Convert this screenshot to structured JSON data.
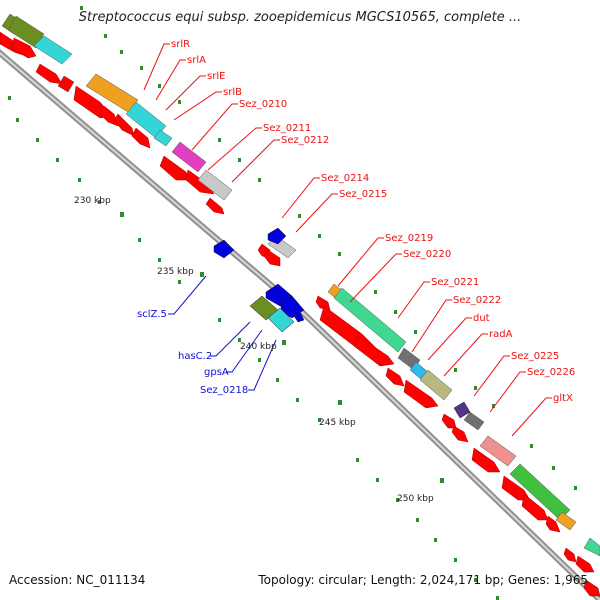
{
  "title": "Streptococcus equi subsp. zooepidemicus MGCS10565, complete ...",
  "footer": {
    "accession": "Accession: NC_011134",
    "summary": "Topology: circular; Length: 2,024,171 bp; Genes: 1,965"
  },
  "kbp_labels": [
    "230 kbp",
    "235 kbp",
    "240 kbp",
    "245 kbp",
    "250 kbp"
  ],
  "gene_labels_red": [
    "srlR",
    "srlA",
    "srlE",
    "srlB",
    "Sez_0210",
    "Sez_0211",
    "Sez_0212",
    "Sez_0214",
    "Sez_0215",
    "Sez_0219",
    "Sez_0220",
    "Sez_0221",
    "Sez_0222",
    "dut",
    "radA",
    "Sez_0225",
    "Sez_0226",
    "gltX"
  ],
  "gene_labels_blue": [
    "sclZ.5",
    "hasC.2",
    "gpsA",
    "Sez_0218"
  ],
  "colors": {
    "backbone": "#a0a0a0",
    "forward_gene": "#ff0000",
    "reverse_gene_blue": "#0000dd",
    "tick": "#2e8b2e",
    "cog_orange": "#f0a020",
    "cog_cyan": "#33d6d6",
    "cog_olive": "#6b8e23",
    "cog_magenta": "#e040c0",
    "cog_grey": "#c8c8c8",
    "cog_darkgrey": "#707070",
    "cog_green": "#40d890",
    "cog_khaki": "#b8b880",
    "cog_pink": "#f09090",
    "cog_lime": "#40c040",
    "cog_purple": "#553388",
    "cog_skyblue": "#30b8e8"
  }
}
